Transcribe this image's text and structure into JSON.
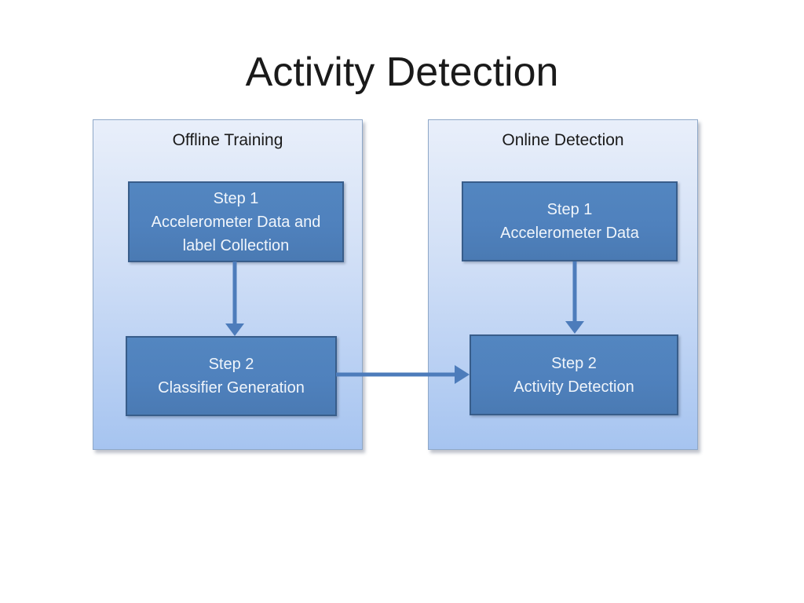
{
  "title": "Activity Detection",
  "panels": [
    {
      "header": "Offline Training",
      "boxes": [
        {
          "lines": [
            "Step 1",
            "Accelerometer Data and",
            "label Collection"
          ]
        },
        {
          "lines": [
            "Step 2",
            "Classifier Generation"
          ]
        }
      ]
    },
    {
      "header": "Online Detection",
      "boxes": [
        {
          "lines": [
            "Step 1",
            "Accelerometer Data"
          ]
        },
        {
          "lines": [
            "Step 2",
            "Activity Detection"
          ]
        }
      ]
    }
  ],
  "arrows": [
    {
      "name": "offline-step1-to-step2",
      "direction": "down"
    },
    {
      "name": "online-step1-to-step2",
      "direction": "down"
    },
    {
      "name": "classifier-to-activity-detection",
      "direction": "right"
    }
  ],
  "colors": {
    "panel_gradient_top": "#e9effa",
    "panel_gradient_bottom": "#a6c4f0",
    "panel_border": "#8fa8c8",
    "box_fill": "#4f81bd",
    "box_border": "#385d8a",
    "arrow": "#4d7cbb",
    "text_dark": "#1a1a1a",
    "text_light": "#f0f5fb"
  }
}
